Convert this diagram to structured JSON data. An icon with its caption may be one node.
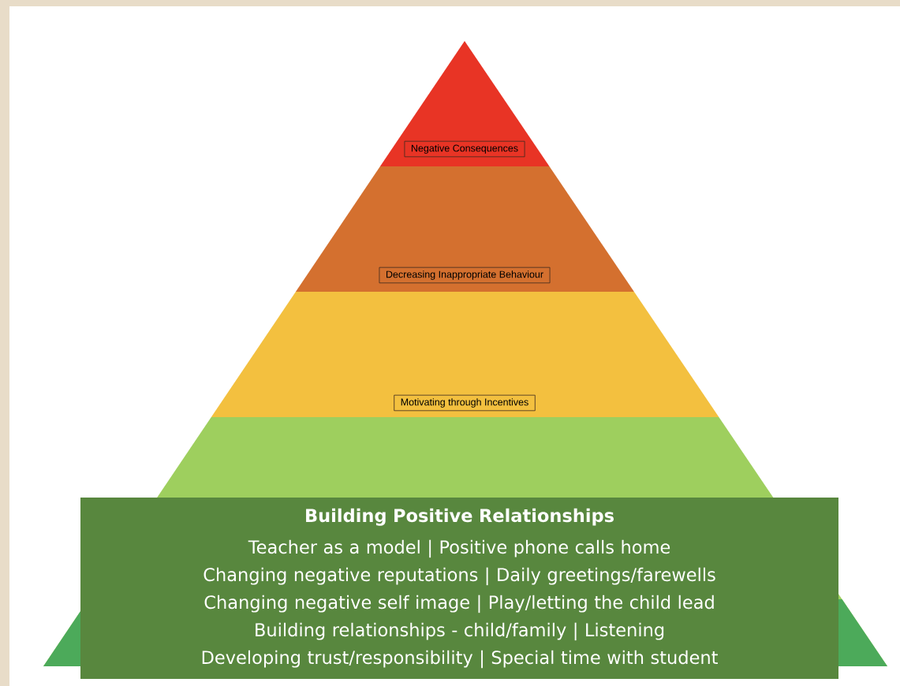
{
  "diagram": {
    "nodes": [
      {
        "text": [
          "Negative Consequences"
        ]
      },
      {
        "text": [
          "Decreasing Inappropriate Behaviour"
        ]
      },
      {
        "text": [
          "Motivating through Incentives"
        ]
      },
      {
        "text": [],
        "shape": "band"
      },
      {
        "text": [
          "Building Positive Relationships",
          "Teacher as a model | Positive phone calls home",
          "Changing negative reputations | Daily greetings/farewells",
          "Changing negative self image | Play/letting the child lead",
          "Building relationships - child/family | Listening",
          "Developing trust/responsibility | Special time with student"
        ]
      }
    ]
  }
}
